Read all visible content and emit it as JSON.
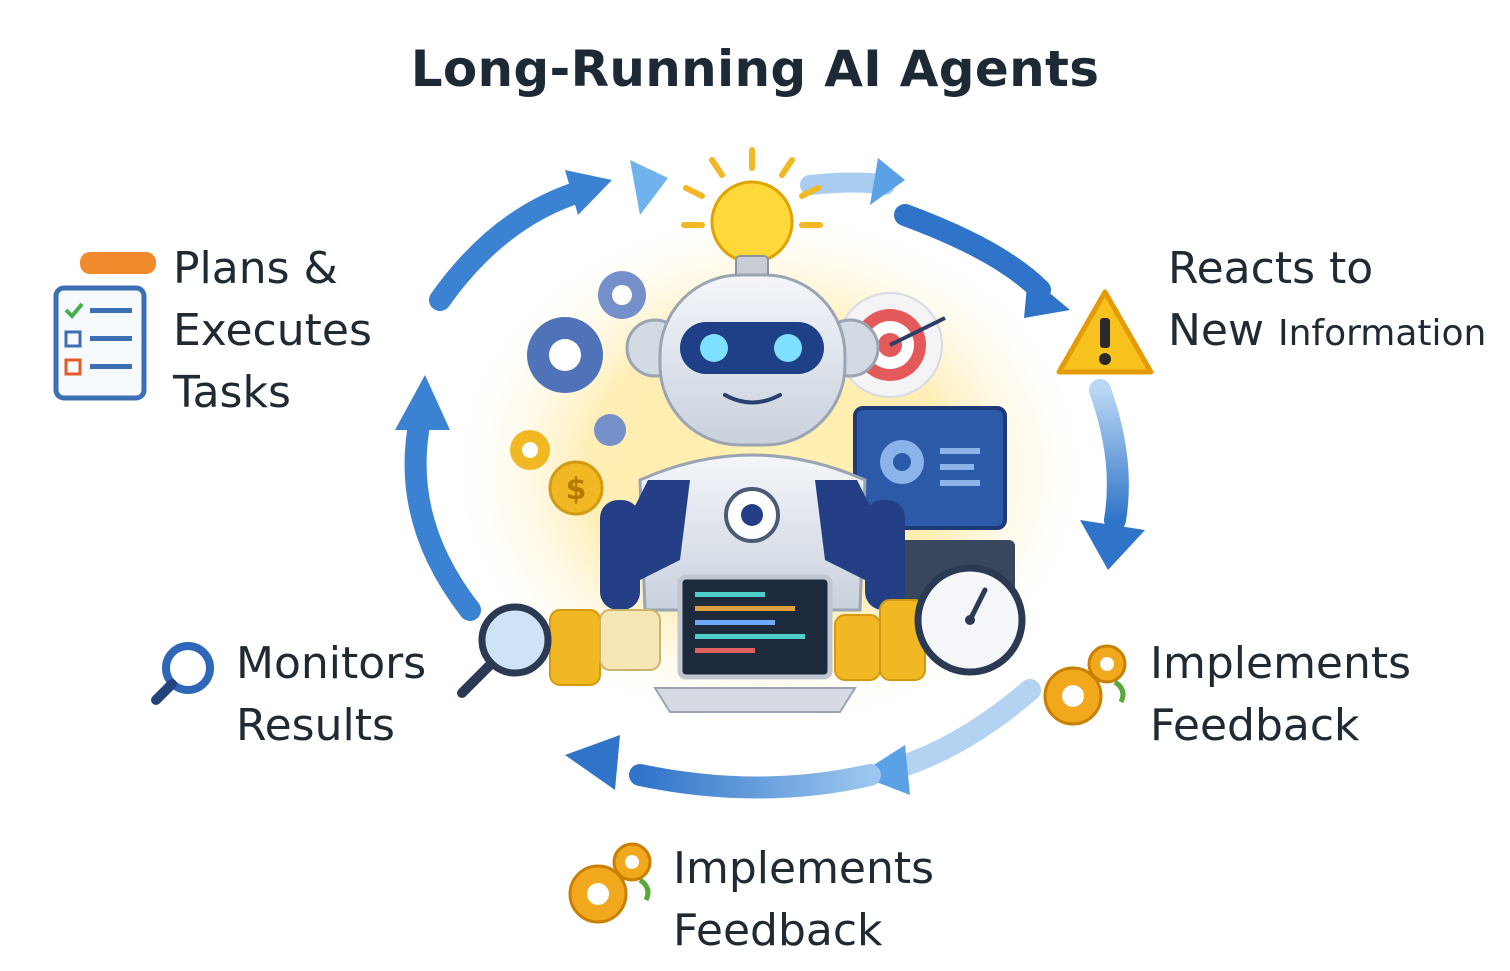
{
  "title": "Long-Running AI Agents",
  "labels": {
    "plans": [
      "Plans &",
      "Executes",
      "Tasks"
    ],
    "reacts": [
      "Reacts to",
      "New",
      "Information"
    ],
    "monitors": [
      "Monitors",
      "Results"
    ],
    "implements_right": [
      "Implements",
      "Feedback"
    ],
    "implements_bottom": [
      "Implements",
      "Feedback"
    ]
  },
  "icons": {
    "plans": "checklist-icon",
    "reacts": "warning-icon",
    "monitors": "magnifier-icon",
    "implements_right": "gears-icon",
    "implements_bottom": "gears-icon",
    "center": "robot-with-lightbulb-illustration"
  },
  "colors": {
    "arrow_blue": "#2f74c8",
    "arrow_light": "#9cc6ef",
    "gold": "#f2b824",
    "robot_navy": "#253f86",
    "warning_yellow": "#f7c21d"
  }
}
